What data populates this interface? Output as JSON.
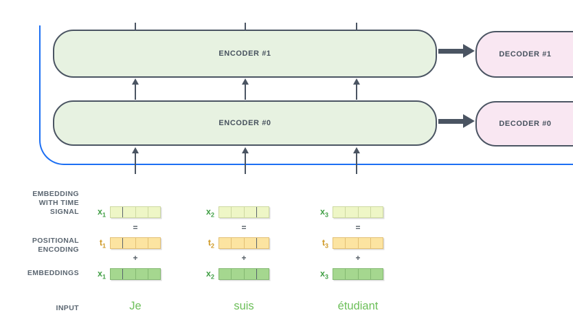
{
  "diagram": {
    "encoders": [
      "ENCODER #1",
      "ENCODER #0"
    ],
    "decoders": [
      "DECODER #1",
      "DECODER #0"
    ],
    "row_labels": {
      "signal": "EMBEDDING\nWITH TIME\nSIGNAL",
      "positional": "POSITIONAL\nENCODING",
      "embeddings": "EMBEDDINGS",
      "input": "INPUT"
    },
    "operators": {
      "equals": "=",
      "plus": "+"
    },
    "tokens": [
      {
        "input": "Je",
        "signal_label": {
          "base": "x",
          "sub": "1"
        },
        "positional_label": {
          "base": "t",
          "sub": "1"
        },
        "embedding_label": {
          "base": "x",
          "sub": "1"
        },
        "cells": 4,
        "dark_divider_after": 1
      },
      {
        "input": "suis",
        "signal_label": {
          "base": "x",
          "sub": "2"
        },
        "positional_label": {
          "base": "t",
          "sub": "2"
        },
        "embedding_label": {
          "base": "x",
          "sub": "2"
        },
        "cells": 4,
        "dark_divider_after": 3
      },
      {
        "input": "étudiant",
        "signal_label": {
          "base": "x",
          "sub": "3"
        },
        "positional_label": {
          "base": "t",
          "sub": "3"
        },
        "embedding_label": {
          "base": "x",
          "sub": "3"
        },
        "cells": 4,
        "dark_divider_after": null
      }
    ],
    "colors": {
      "ink": "#4a5462",
      "box_text": "#47525e",
      "blue": "#1b6ef3",
      "encoder_fill": "#e7f2e1",
      "decoder_fill": "#f9e7f2",
      "signal_fill": "#eef6c6",
      "signal_border": "#ccd8a0",
      "positional_fill": "#fce4a1",
      "positional_border": "#e2bf74",
      "embedding_fill": "#a5d78f",
      "embedding_border": "#83b871",
      "dark_divider": "#57616c",
      "x_label_green": "#43a047",
      "t_label_gold": "#cf9a28",
      "input_green": "#6cbf59",
      "side_label_gray": "#5b6671",
      "operator_gray": "#555e66"
    }
  }
}
